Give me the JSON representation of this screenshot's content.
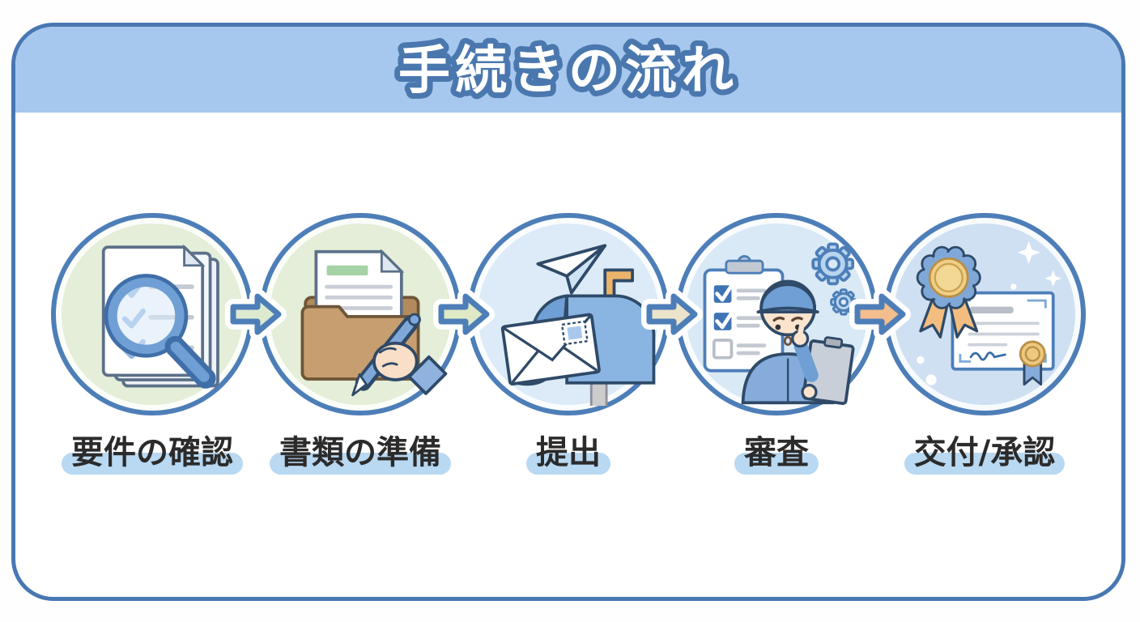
{
  "title": "手続きの流れ",
  "steps": [
    {
      "label": "要件の確認",
      "icon": "magnifier-documents-icon"
    },
    {
      "label": "書類の準備",
      "icon": "folder-writing-icon"
    },
    {
      "label": "提出",
      "icon": "mailbox-envelope-icon"
    },
    {
      "label": "審査",
      "icon": "inspector-clipboard-icon"
    },
    {
      "label": "交付/承認",
      "icon": "certificate-medal-icon"
    }
  ],
  "colors": {
    "card_border": "#4878b3",
    "header_band": "#a6c8ee",
    "title_fill": "#ffffff",
    "title_outline": "#4a77ae",
    "circle_border": "#4d7eb8",
    "circle_green": "#e4eed8",
    "circle_blue": "#dcebf7",
    "label_text": "#2b2b2b",
    "label_highlight": "#b9d8f1",
    "arrow_green": "#dcead0",
    "arrow_beige": "#ece4ca",
    "arrow_orange": "#f3bd8d",
    "folder_tan": "#c79e6f",
    "medal_gold": "#f0cf84"
  }
}
